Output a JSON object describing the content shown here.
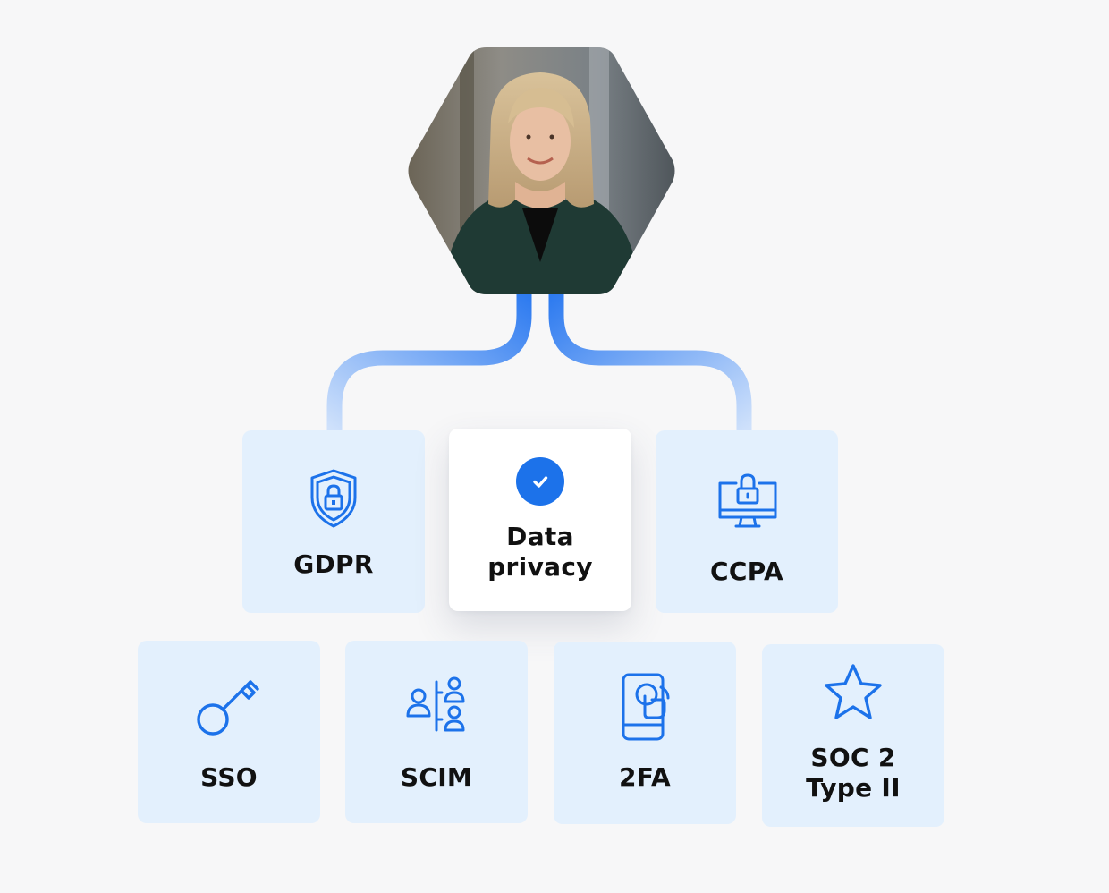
{
  "hub": {
    "portrait_alt": "Person portrait",
    "icon": "person-portrait"
  },
  "accent_color": "#1c72ea",
  "tile_color": "#e3f0fd",
  "row1": [
    {
      "label_lines": [
        "GDPR"
      ],
      "icon": "shield-lock-icon",
      "active": false
    },
    {
      "label_lines": [
        "Data",
        "privacy"
      ],
      "icon": "check-circle-icon",
      "active": true
    },
    {
      "label_lines": [
        "CCPA"
      ],
      "icon": "monitor-lock-icon",
      "active": false
    }
  ],
  "row2": [
    {
      "label_lines": [
        "SSO"
      ],
      "icon": "key-icon"
    },
    {
      "label_lines": [
        "SCIM"
      ],
      "icon": "users-provisioning-icon"
    },
    {
      "label_lines": [
        "2FA"
      ],
      "icon": "phone-touch-icon"
    },
    {
      "label_lines": [
        "SOC 2",
        "Type II"
      ],
      "icon": "star-icon"
    }
  ]
}
